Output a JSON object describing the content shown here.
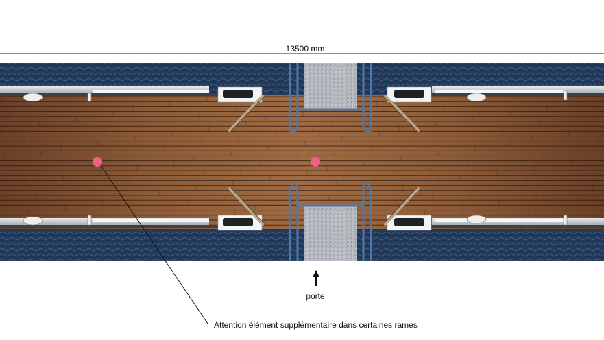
{
  "dimension": {
    "label": "13500 mm"
  },
  "door": {
    "label": "porte"
  },
  "note": {
    "text": "Attention élément supplémentaire dans certaines rames"
  },
  "colors": {
    "water": "#1f3552",
    "deck_wood": "#8a5a36",
    "plank_line": "#2a170c",
    "marker": "#f0608a",
    "metal": "#5a7ea8"
  },
  "icons": {
    "door_arrow": "arrow-up-icon",
    "marker": "pink-dot"
  }
}
